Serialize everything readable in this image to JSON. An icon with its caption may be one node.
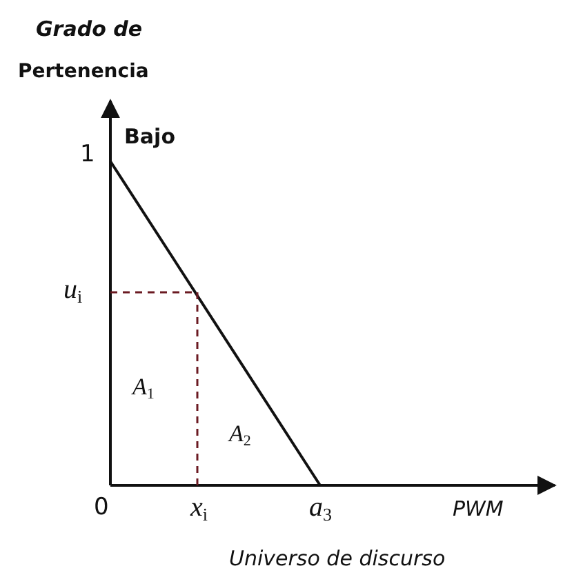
{
  "diagram": {
    "labels": [
      "Grado de",
      "Pertenencia",
      "1",
      "Bajo",
      "*u*$_{i}$",
      "*A*$_{1}$",
      "*A*$_{2}$",
      "0",
      "*x*$_{i}$",
      "*a*$_{3}$",
      "PWM",
      "Universo de discurso"
    ]
  }
}
